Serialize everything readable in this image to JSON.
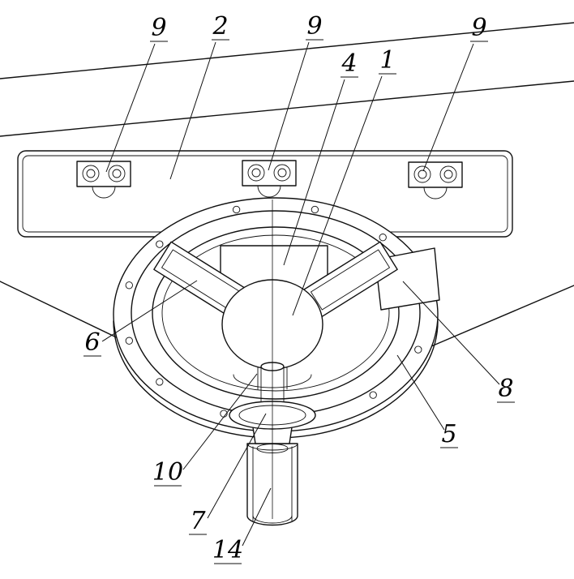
{
  "figure": {
    "type": "technical-drawing",
    "background_color": "#ffffff",
    "line_color": "#111111",
    "description": "Exploded line drawing of a handwheel / rotary fixture mounted under a bar with three clamps, with a shaft assembly below"
  },
  "callouts": [
    {
      "id": "9-left",
      "text": "9"
    },
    {
      "id": "2",
      "text": "2"
    },
    {
      "id": "9-middle",
      "text": "9"
    },
    {
      "id": "4",
      "text": "4"
    },
    {
      "id": "1",
      "text": "1"
    },
    {
      "id": "9-right",
      "text": "9"
    },
    {
      "id": "6",
      "text": "6"
    },
    {
      "id": "8",
      "text": "8"
    },
    {
      "id": "5",
      "text": "5"
    },
    {
      "id": "10",
      "text": "10"
    },
    {
      "id": "7",
      "text": "7"
    },
    {
      "id": "14",
      "text": "14"
    }
  ]
}
